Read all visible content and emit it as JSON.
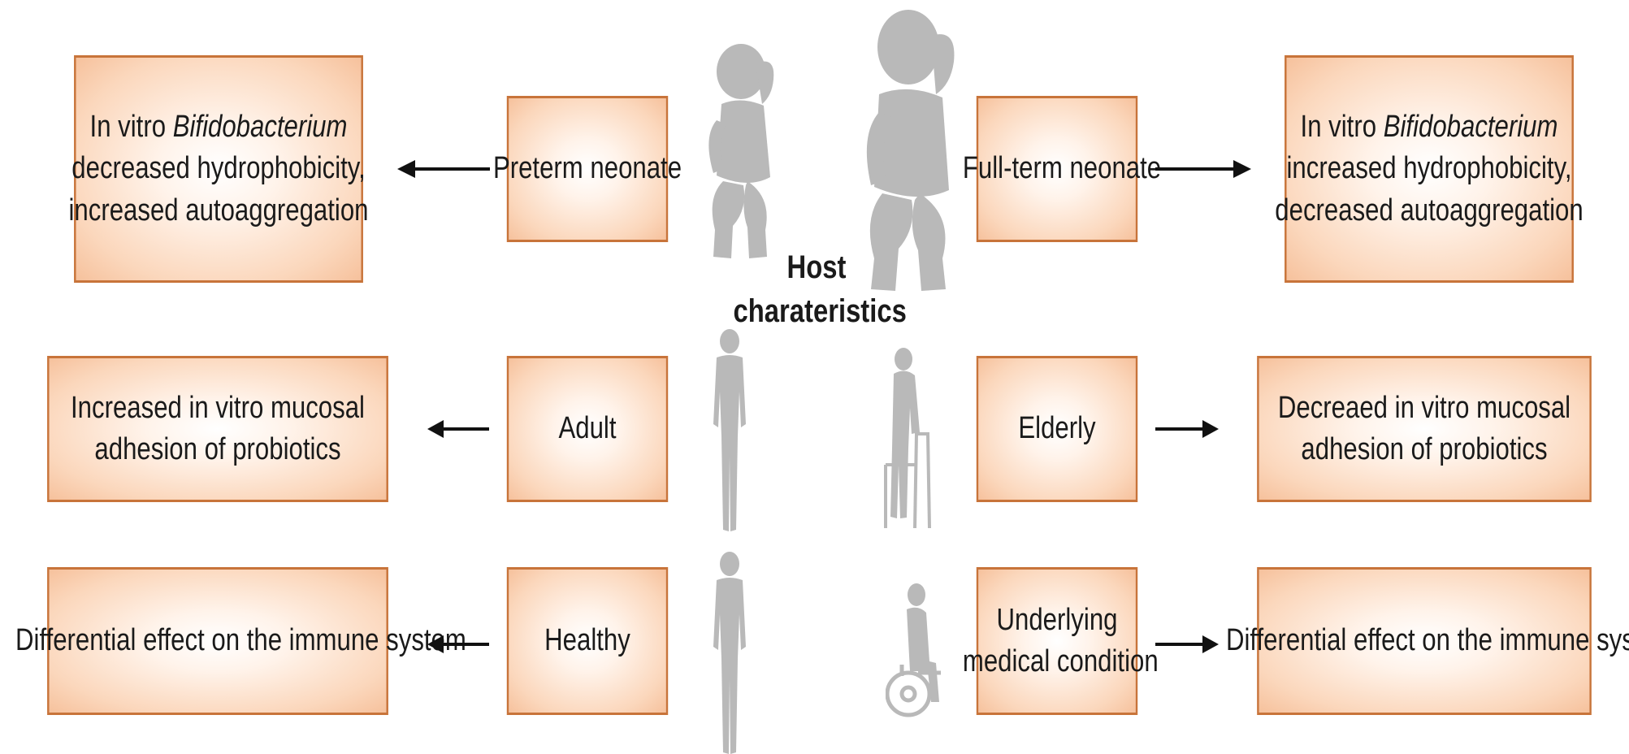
{
  "center": {
    "line1": "Host",
    "line2": "charateristics"
  },
  "left": {
    "preterm": {
      "label": "Preterm neonate",
      "outcome": {
        "l1_pre": "In vitro ",
        "l1_italic": "Bifidobacterium",
        "l2": "decreased hydrophobicity,",
        "l3": "increased autoaggregation"
      }
    },
    "adult": {
      "label": "Adult",
      "outcome": {
        "l1": "Increased in vitro mucosal",
        "l2": "adhesion of probiotics"
      }
    },
    "healthy": {
      "label": "Healthy",
      "outcome": {
        "l1": "Differential effect on the immune system"
      }
    }
  },
  "right": {
    "fullterm": {
      "label": "Full-term neonate",
      "outcome": {
        "l1_pre": "In vitro ",
        "l1_italic": "Bifidobacterium",
        "l2": "increased hydrophobicity,",
        "l3": "decreased autoaggregation"
      }
    },
    "elderly": {
      "label": "Elderly",
      "outcome": {
        "l1": "Decreaed in vitro mucosal",
        "l2": "adhesion of probiotics"
      }
    },
    "medical": {
      "label_l1": "Underlying",
      "label_l2": "medical condition",
      "outcome": {
        "l1": "Differential effect on the immune system"
      }
    }
  },
  "colors": {
    "box_border": "#c8743a",
    "box_fill": "#f6c19c",
    "silhouette": "#b9b9b9",
    "arrow": "#111111"
  },
  "icons": [
    "infant-silhouette-icon",
    "toddler-silhouette-icon",
    "adult-silhouette-icon",
    "elderly-walker-silhouette-icon",
    "healthy-person-silhouette-icon",
    "wheelchair-user-silhouette-icon"
  ]
}
